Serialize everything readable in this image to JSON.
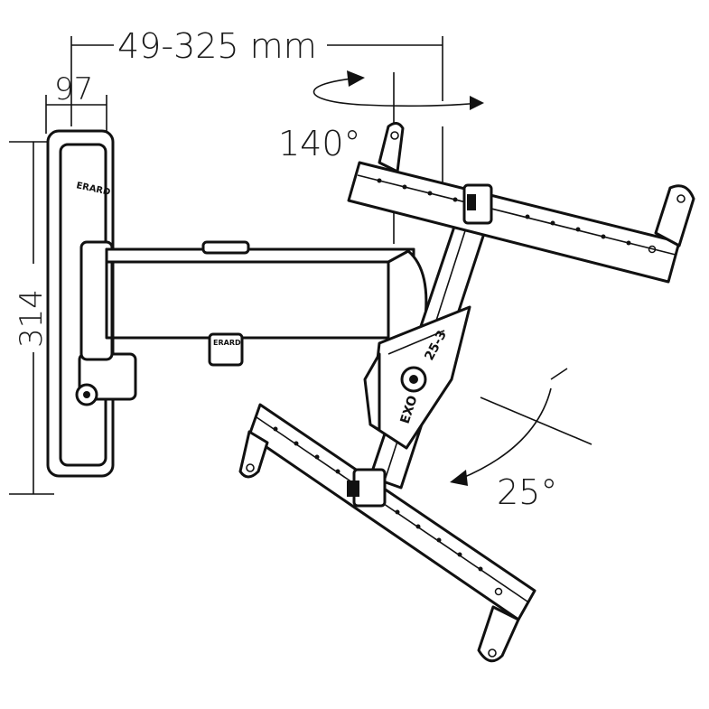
{
  "dimensions": {
    "extension": "49-325 mm",
    "depth": "97",
    "height": "314",
    "swivel": "140°",
    "tilt": "25°"
  },
  "labels": {
    "wall_brand": "ERARD",
    "arm_brand": "ERARD",
    "pivot_model": "25-3",
    "pivot_series": "EXO"
  }
}
